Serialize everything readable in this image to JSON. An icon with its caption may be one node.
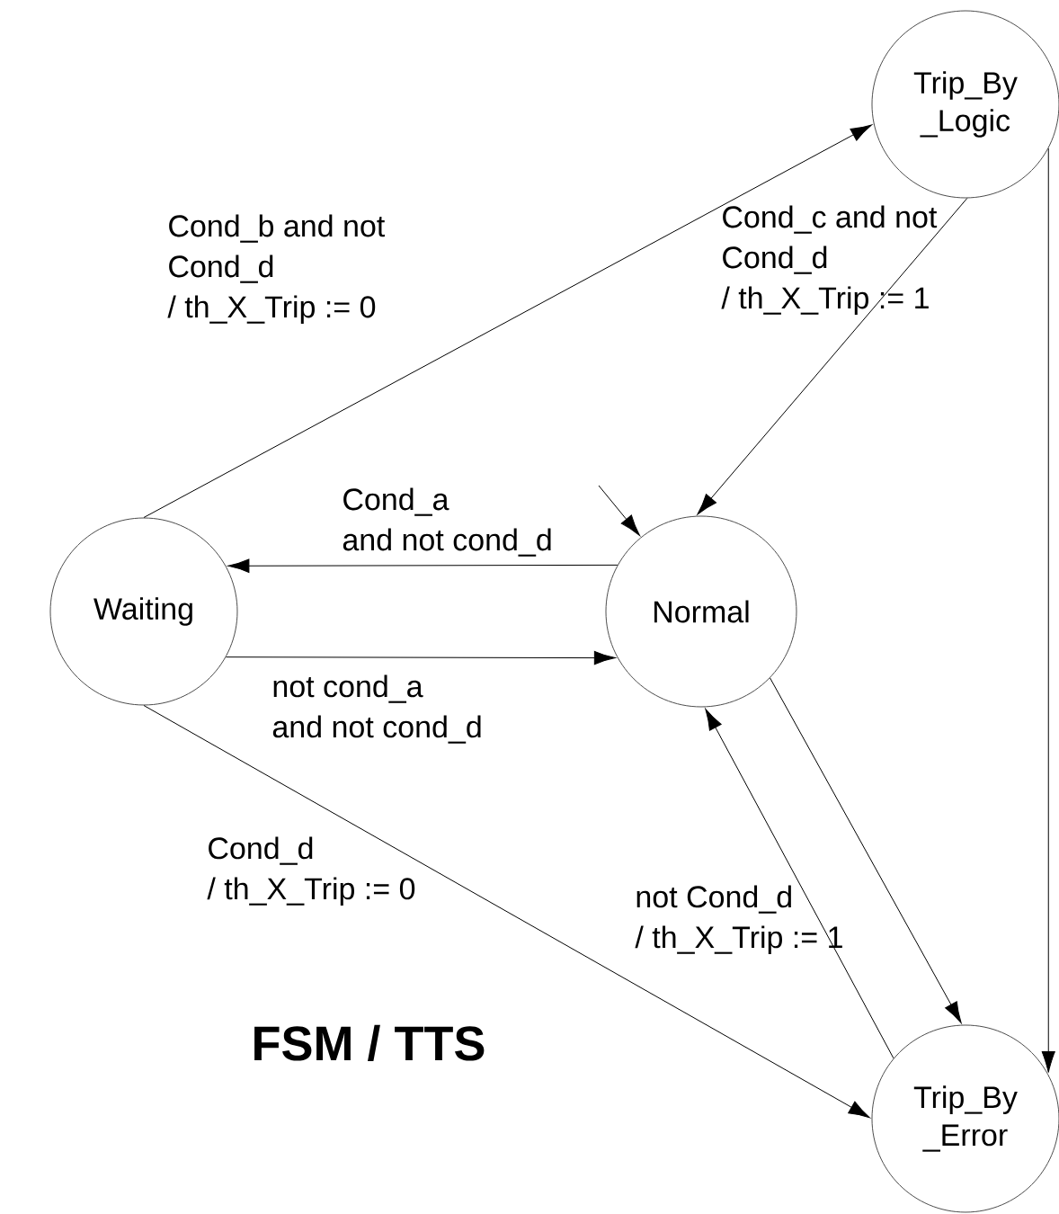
{
  "diagram": {
    "title": "FSM / TTS",
    "nodes": [
      {
        "text": [
          "Trip_By _Logic"
        ]
      },
      {
        "text": [
          "Waiting"
        ]
      },
      {
        "text": [
          "Normal"
        ]
      },
      {
        "text": [
          "Trip_By _Error"
        ]
      }
    ],
    "edges": [
      {
        "from": 1,
        "to": 0,
        "arrow": "to",
        "label": "Cond_b and not Cond_d / th_X_Trip := 0"
      },
      {
        "from": 0,
        "to": 2,
        "arrow": "to",
        "label": "Cond_c and not Cond_d / th_X_Trip := 1"
      },
      {
        "from": 2,
        "to": 1,
        "arrow": "to",
        "label": "Cond_a and not cond_d"
      },
      {
        "from": 1,
        "to": 2,
        "arrow": "to",
        "label": "not cond_a and not cond_d"
      },
      {
        "from": 1,
        "to": 3,
        "arrow": "to",
        "label": "Cond_d / th_X_Trip := 0"
      },
      {
        "from": 3,
        "to": 2,
        "arrow": "to",
        "label": "not Cond_d / th_X_Trip := 1"
      },
      {
        "from": 2,
        "to": 3,
        "arrow": "to"
      },
      {
        "from": 0,
        "to": 3,
        "arrow": "to"
      },
      {
        "from": null,
        "to": 2,
        "arrow": "to"
      }
    ]
  }
}
